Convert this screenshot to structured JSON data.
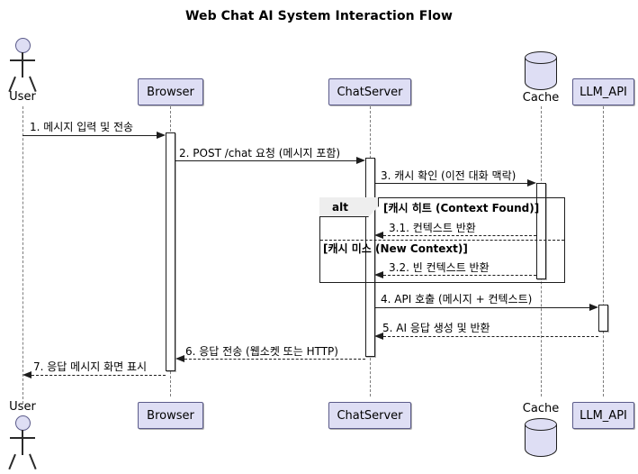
{
  "diagram": {
    "title": "Web Chat AI System Interaction Flow",
    "type": "sequence-diagram"
  },
  "participants": [
    {
      "id": "user",
      "label": "User",
      "shape": "actor"
    },
    {
      "id": "browser",
      "label": "Browser",
      "shape": "box"
    },
    {
      "id": "chatserver",
      "label": "ChatServer",
      "shape": "box"
    },
    {
      "id": "cache",
      "label": "Cache",
      "shape": "database"
    },
    {
      "id": "llm_api",
      "label": "LLM_API",
      "shape": "box"
    }
  ],
  "messages": [
    {
      "num": "1",
      "label": "1. 메시지 입력 및 전송",
      "from": "user",
      "to": "browser",
      "style": "solid"
    },
    {
      "num": "2",
      "label": "2. POST /chat 요청 (메시지 포함)",
      "from": "browser",
      "to": "chatserver",
      "style": "solid"
    },
    {
      "num": "3",
      "label": "3. 캐시 확인 (이전 대화 맥락)",
      "from": "chatserver",
      "to": "cache",
      "style": "solid"
    },
    {
      "num": "3.1",
      "label": "3.1. 컨텍스트 반환",
      "from": "cache",
      "to": "chatserver",
      "style": "dashed"
    },
    {
      "num": "3.2",
      "label": "3.2. 빈 컨텍스트 반환",
      "from": "cache",
      "to": "chatserver",
      "style": "dashed"
    },
    {
      "num": "4",
      "label": "4. API 호출 (메시지 + 컨텍스트)",
      "from": "chatserver",
      "to": "llm_api",
      "style": "solid"
    },
    {
      "num": "5",
      "label": "5. AI 응답 생성 및 반환",
      "from": "llm_api",
      "to": "chatserver",
      "style": "dashed"
    },
    {
      "num": "6",
      "label": "6. 응답 전송 (웹소켓 또는 HTTP)",
      "from": "chatserver",
      "to": "browser",
      "style": "dashed"
    },
    {
      "num": "7",
      "label": "7. 응답 메시지 화면 표시",
      "from": "browser",
      "to": "user",
      "style": "dashed"
    }
  ],
  "fragment": {
    "operator": "alt",
    "branches": [
      {
        "condition": "[캐시 히트 (Context Found)]"
      },
      {
        "condition": "[캐시 미스 (New Context)]"
      }
    ]
  },
  "colors": {
    "participant_fill": "#DEDEF4",
    "participant_border": "#5B5B8A",
    "line": "#1d1d1d",
    "lifeline": "#7d7d7d",
    "frame_tab_fill": "#EEEEEE",
    "background": "#FFFFFF"
  }
}
